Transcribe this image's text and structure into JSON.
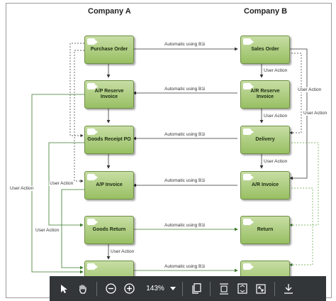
{
  "columns": {
    "left": "Company A",
    "right": "Company B"
  },
  "nodes_a": [
    "Purchase Order",
    "A/P Reserve\nInvoice",
    "Goods Receipt PO",
    "A/P Invoice",
    "Goods Return",
    ""
  ],
  "nodes_b": [
    "Sales Order",
    "A/R Reserve\nInvoice",
    "Delivery",
    "A/R Invoice",
    "Return",
    ""
  ],
  "automatic_label": "Automatic using B1i",
  "user_action_label": "User Action",
  "toolbar": {
    "zoom": "143%",
    "icons": [
      "cursor-icon",
      "hand-icon",
      "zoom-out-icon",
      "zoom-in-icon",
      "zoom-dropdown-icon",
      "page-icon",
      "fit-height-icon",
      "fit-page-icon",
      "fullscreen-icon",
      "download-icon"
    ]
  }
}
